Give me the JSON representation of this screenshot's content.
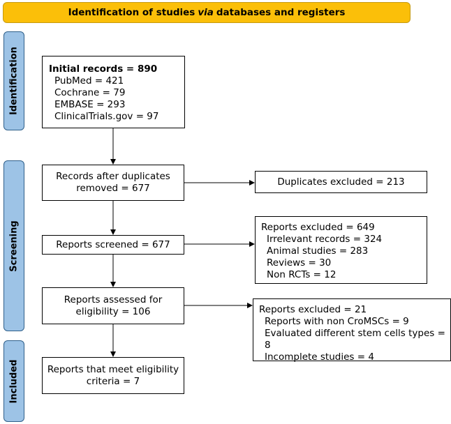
{
  "header": {
    "before": "Identification of studies",
    "italic": "via",
    "after": "databases and registers"
  },
  "phases": {
    "identification": "Identification",
    "screening": "Screening",
    "included": "Included"
  },
  "identification_box": {
    "title": "Initial records = 890",
    "items": [
      "PubMed = 421",
      "Cochrane = 79",
      "EMBASE = 293",
      "ClinicalTrials.gov = 97"
    ]
  },
  "after_duplicates": {
    "line1": "Records after duplicates",
    "line2": "removed = 677"
  },
  "duplicates_excluded": "Duplicates excluded = 213",
  "screened": "Reports screened = 677",
  "screen_excluded": {
    "title": "Reports excluded = 649",
    "items": [
      "Irrelevant records = 324",
      "Animal studies = 283",
      "Reviews = 30",
      "Non RCTs = 12"
    ]
  },
  "assessed": {
    "line1": "Reports assessed for",
    "line2": "eligibility = 106"
  },
  "elig_excluded": {
    "title": "Reports excluded = 21",
    "items": [
      "Reports with non CroMSCs = 9",
      "Evaluated different stem cells types = 8",
      "Incomplete studies = 4"
    ]
  },
  "included_box": {
    "line1": "Reports that meet eligibility",
    "line2": "criteria = 7"
  },
  "colors": {
    "banner": "#fbbf09",
    "side_bars": "#9dc3e6"
  }
}
